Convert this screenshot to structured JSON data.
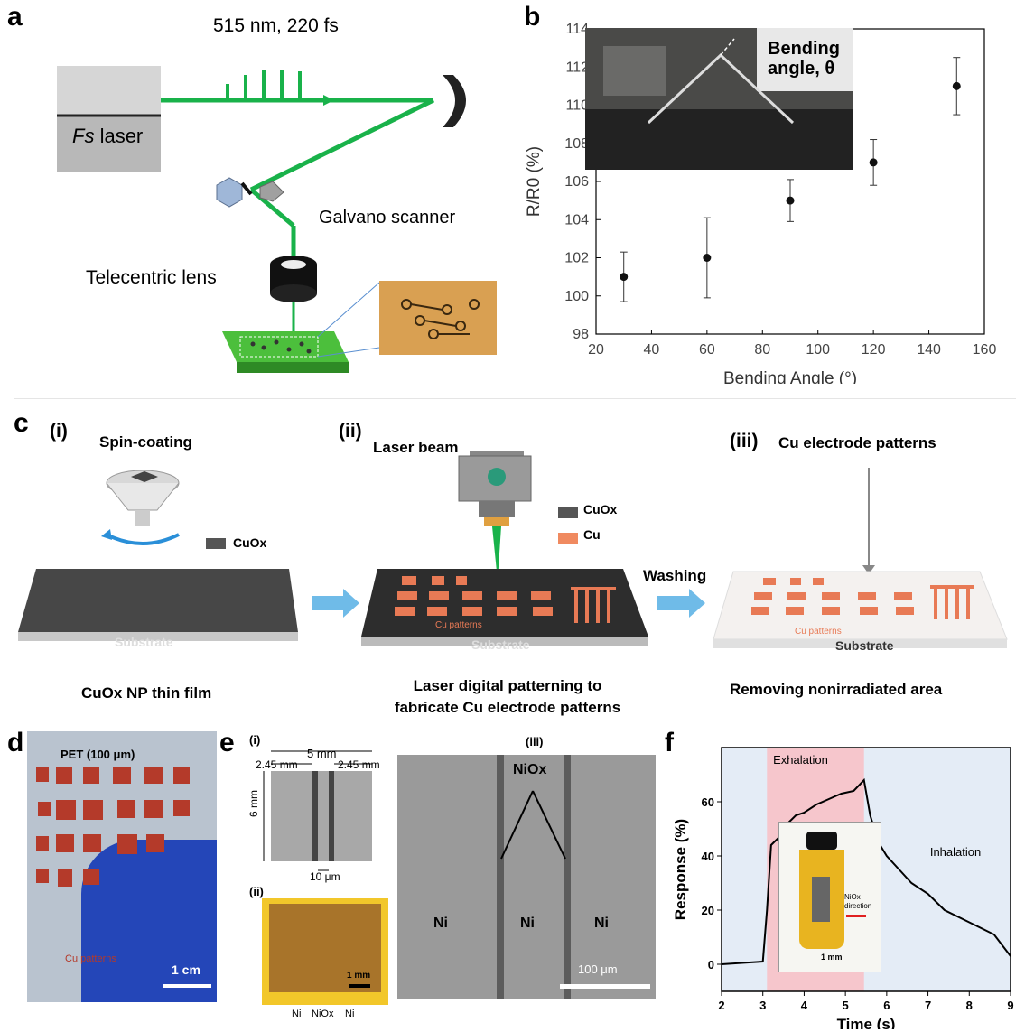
{
  "panel_a": {
    "label": "a",
    "pulse_text": "515 nm, 220 fs",
    "laser_box": "laser",
    "laser_box_italic": "Fs",
    "galvano": "Galvano scanner",
    "lens": "Telecentric lens"
  },
  "panel_b": {
    "label": "b",
    "inset_text_line1": "Bending",
    "inset_text_line2": "angle, θ"
  },
  "chart_data": {
    "type": "scatter",
    "xlabel": "Bending Angle (°)",
    "ylabel": "R/R0 (%)",
    "xlim": [
      20,
      160
    ],
    "ylim": [
      98,
      114
    ],
    "xticks": [
      20,
      40,
      60,
      80,
      100,
      120,
      140,
      160
    ],
    "yticks": [
      98,
      100,
      102,
      104,
      106,
      108,
      110,
      112,
      114
    ],
    "x": [
      30,
      60,
      90,
      120,
      150
    ],
    "y": [
      101,
      102,
      105,
      107,
      111
    ],
    "yerr": [
      1.3,
      2.1,
      1.1,
      1.2,
      1.5
    ]
  },
  "panel_c": {
    "label": "c",
    "step1": {
      "num": "(i)",
      "title": "Spin-coating",
      "legend": "CuOx",
      "substrate": "Substrate",
      "caption": "CuOx NP thin film"
    },
    "step2": {
      "num": "(ii)",
      "title": "Laser beam",
      "legend_cuox": "CuOx",
      "legend_cu": "Cu",
      "patterns": "Cu patterns",
      "substrate": "Substrate",
      "caption1": "Laser digital patterning to",
      "caption2": "fabricate Cu electrode patterns"
    },
    "arrow_label": "Washing",
    "step3": {
      "num": "(iii)",
      "title": "Cu electrode patterns",
      "patterns": "Cu patterns",
      "substrate": "Substrate",
      "caption": "Removing nonirradiated area"
    }
  },
  "panel_d": {
    "label": "d",
    "film": "PET (100 μm)",
    "patterns": "Cu patterns",
    "scale": "1 cm"
  },
  "panel_e": {
    "label": "e",
    "sub_i": "(i)",
    "sub_ii": "(ii)",
    "sub_iii": "(iii)",
    "dim_total": "5 mm",
    "dim_left": "2.45 mm",
    "dim_right": "2.45 mm",
    "dim_height": "6 mm",
    "dim_gap": "10 μm",
    "scale_ii": "1 mm",
    "bottom_labels": [
      "Ni",
      "NiOx",
      "Ni"
    ],
    "sem_nio": "NiOx",
    "sem_labels": [
      "Ni",
      "Ni",
      "Ni"
    ],
    "sem_scale": "100 μm"
  },
  "panel_f": {
    "label": "f",
    "xlabel": "Time (s)",
    "ylabel": "Response (%)",
    "xticks": [
      2,
      3,
      4,
      5,
      6,
      7,
      8,
      9
    ],
    "yticks": [
      0,
      20,
      40,
      60
    ],
    "exhalation": "Exhalation",
    "inhalation": "Inhalation",
    "inset_direction_1": "NiOx",
    "inset_direction_2": "direction",
    "inset_scale": "1 mm",
    "response_curve": {
      "x": [
        2.0,
        2.5,
        3.0,
        3.1,
        3.2,
        3.4,
        3.6,
        3.8,
        4.0,
        4.3,
        4.6,
        4.9,
        5.2,
        5.45,
        5.6,
        5.8,
        6.0,
        6.3,
        6.6,
        7.0,
        7.4,
        7.8,
        8.2,
        8.6,
        8.9,
        9.0
      ],
      "y": [
        0,
        0.5,
        1,
        20,
        44,
        47,
        52,
        55,
        56,
        59,
        61,
        63,
        64,
        68,
        55,
        45,
        40,
        35,
        30,
        26,
        20,
        17,
        14,
        11,
        5,
        3
      ]
    }
  }
}
